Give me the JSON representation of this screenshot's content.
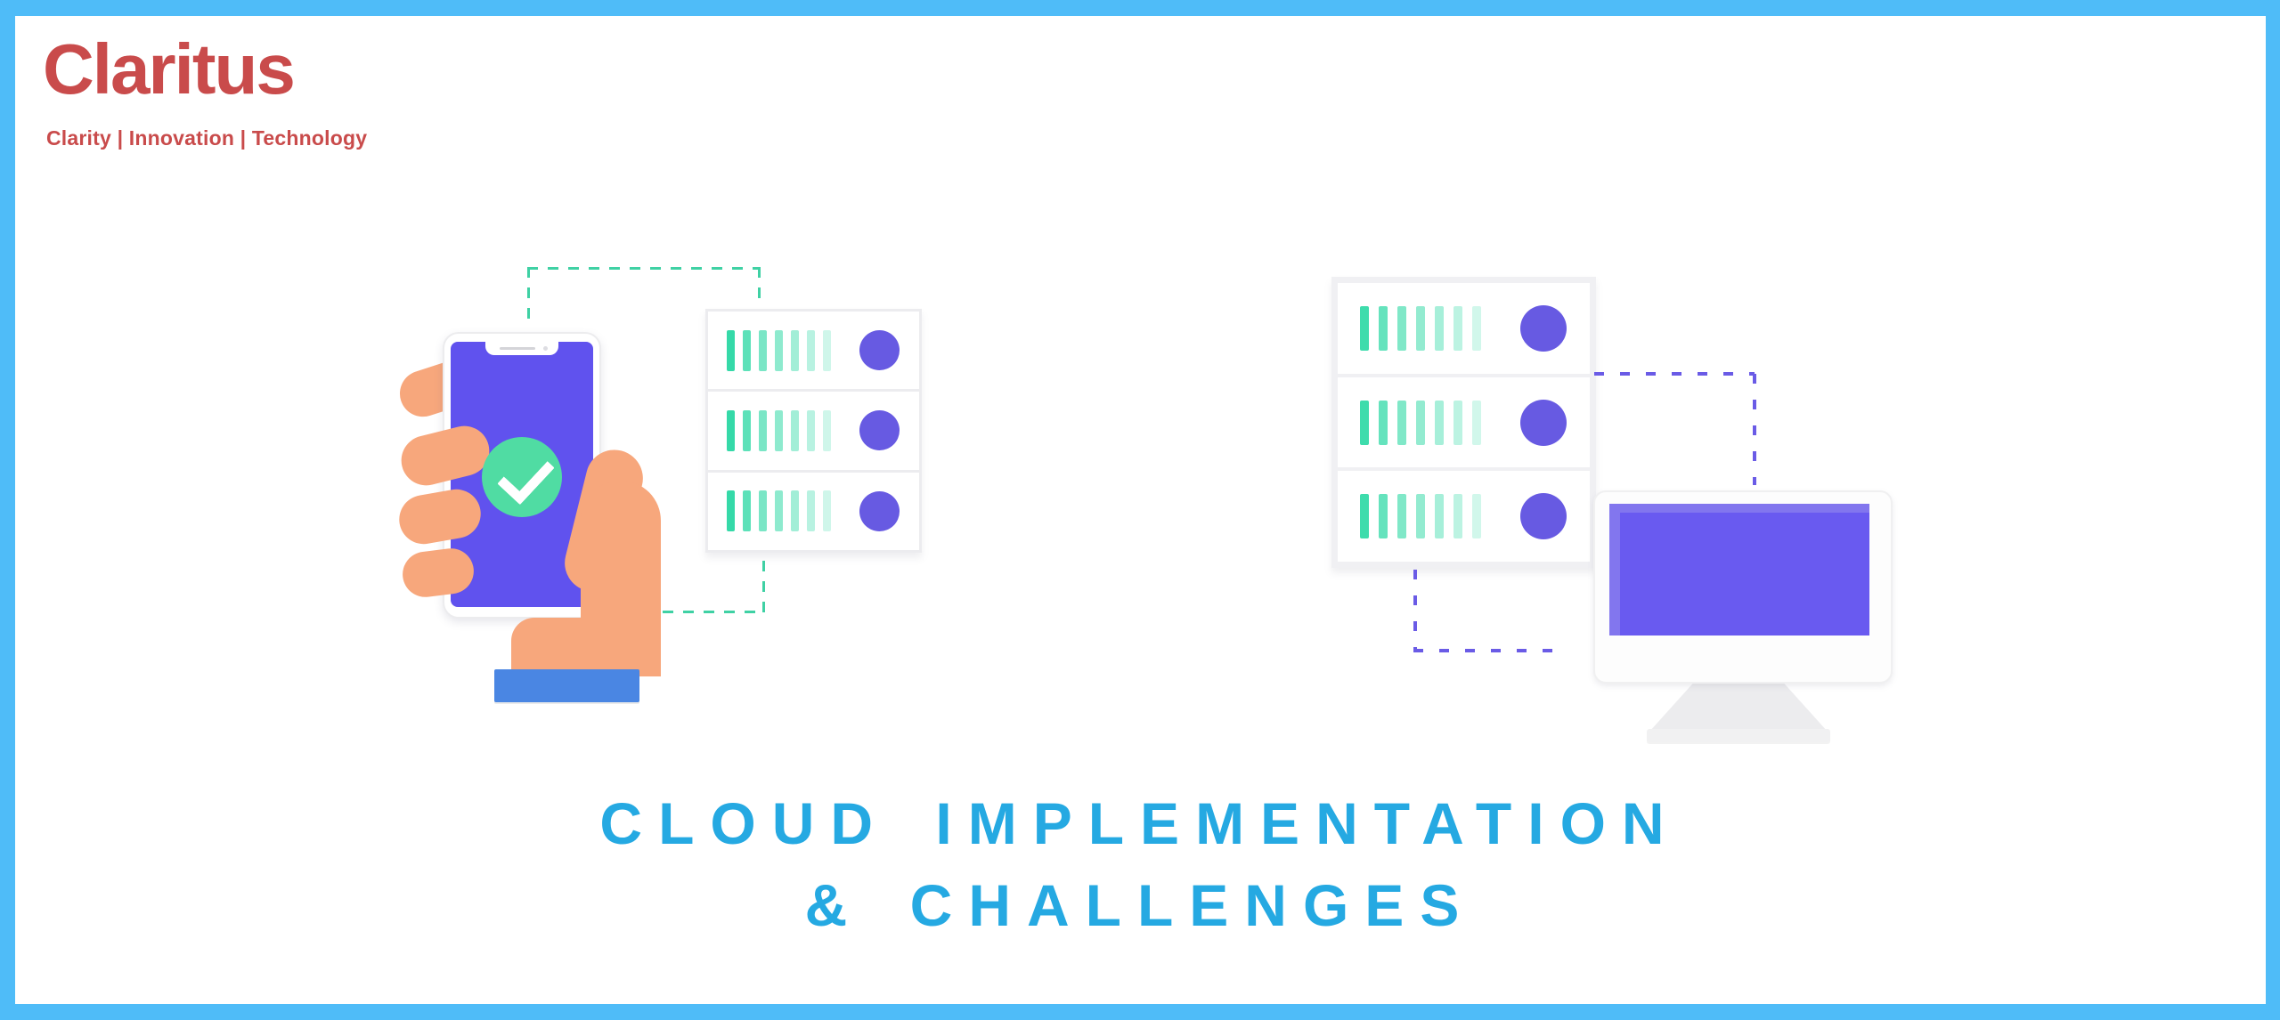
{
  "frame": {
    "border_color": "#4FBCF8",
    "background": "#FFFFFF"
  },
  "logo": {
    "brand": "Claritus",
    "tagline": "Clarity | Innovation | Technology",
    "color": "#C94B4B"
  },
  "title": {
    "line1": "CLOUD IMPLEMENTATION",
    "line2": "& CHALLENGES",
    "color": "#25A9E2"
  },
  "illustration": {
    "left_group": {
      "phone_check": {
        "screen_color": "#6052EE",
        "check_circle_color": "#50DCA3",
        "hand_color": "#F7A77C",
        "cuff_color": "#4A86E3"
      },
      "server_rack": {
        "rows": 3,
        "bars_per_row": 7,
        "bar_color": "#35D9A8",
        "led_color": "#675AE2"
      },
      "connector_color": "#3FD1A4",
      "connector_style": "dashed"
    },
    "right_group": {
      "server_rack": {
        "rows": 3,
        "bars_per_row": 7,
        "bar_color": "#3EDCAC",
        "led_color": "#675AE2"
      },
      "monitor": {
        "screen_color": "#695AF0",
        "screen_highlight_color": "#8276EE",
        "body_color": "#FDFDFD"
      },
      "connector_color": "#6A5BE6",
      "connector_style": "dashed"
    }
  }
}
